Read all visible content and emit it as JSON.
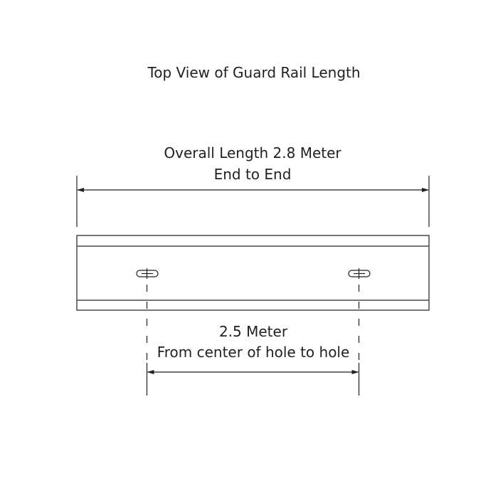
{
  "title": "Top View of Guard Rail Length",
  "overall": {
    "line1": "Overall Length 2.8 Meter",
    "line2": "End to End"
  },
  "hole_spacing": {
    "line1": "2.5 Meter",
    "line2": "From center of hole to hole"
  }
}
